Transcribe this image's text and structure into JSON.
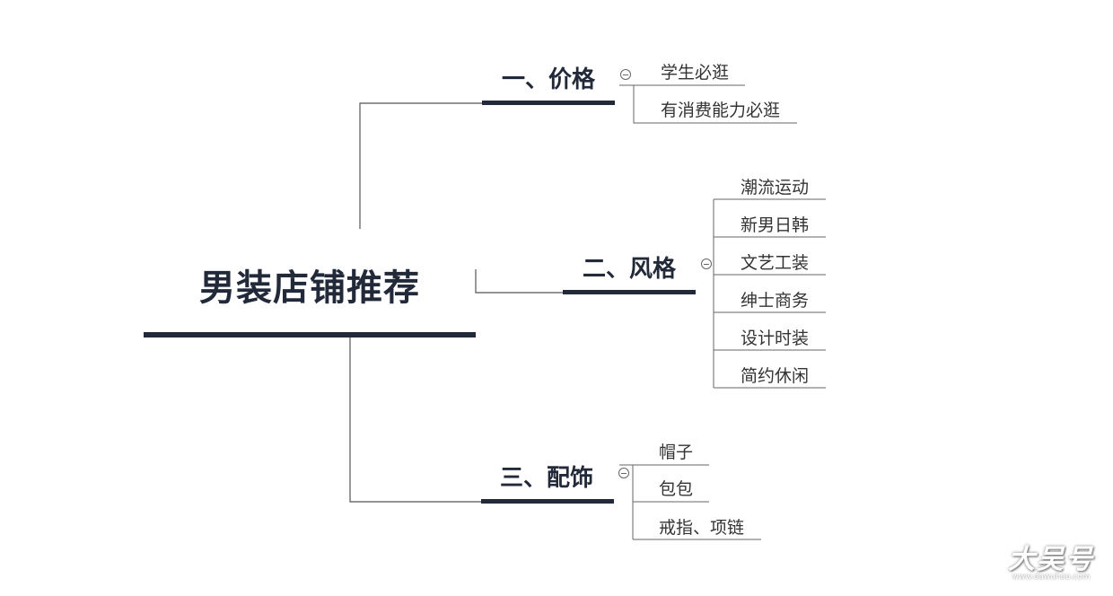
{
  "root": {
    "title": "男装店铺推荐"
  },
  "branches": [
    {
      "title": "一、价格",
      "leaves": [
        "学生必逛",
        "有消费能力必逛"
      ]
    },
    {
      "title": "二、风格",
      "leaves": [
        "潮流运动",
        "新男日韩",
        "文艺工装",
        "绅士商务",
        "设计时装",
        "简约休闲"
      ]
    },
    {
      "title": "三、配饰",
      "leaves": [
        "帽子",
        "包包",
        "戒指、项链"
      ]
    }
  ],
  "watermark": {
    "text": "大吴号",
    "url": "www.dawuhao.com"
  },
  "colors": {
    "heading": "#222a3a",
    "connector": "#555555",
    "leaf_line": "#666666"
  }
}
